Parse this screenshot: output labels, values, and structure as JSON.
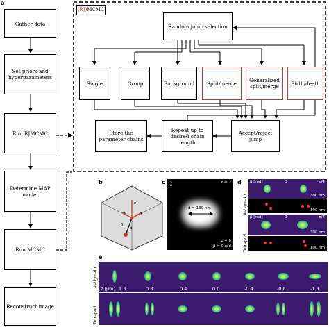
{
  "panel_a": {
    "letter": "a",
    "flow": [
      "Gather data",
      "Set priors and hyperparameters",
      "Run RJMCMC",
      "Determine MAP model",
      "Run MCMC",
      "Reconstruct image"
    ],
    "mcmc_title_prefix": "(RJ)",
    "mcmc_title_suffix": "MCMC",
    "random_jump": "Random jump selection",
    "moves": [
      "Single",
      "Group",
      "Background",
      "Split/merge",
      "Generalized split/merge",
      "Birth/death"
    ],
    "accept": "Accept/reject jump",
    "repeat": "Repeat up to desired chain length",
    "store": "Store the parameter chains"
  },
  "panel_b": {
    "letter": "b",
    "x": "x",
    "y": "y",
    "z": "z",
    "beta": "β",
    "d": "d"
  },
  "panel_c": {
    "letter": "c",
    "corner_x": "x",
    "corner_y": "y",
    "k": "k = 2",
    "d": "d = 130 nm",
    "z": "z = 0",
    "beta": "β = 0 rad"
  },
  "panel_d": {
    "letter": "d",
    "beta_label": "β [rad]",
    "v0": "0",
    "vpi": "π/4",
    "astig": "Astigmatic",
    "tetra": "Tetrapod",
    "scale300": "300 nm",
    "scale100": "100 nm"
  },
  "panel_e": {
    "letter": "e",
    "astig": "Astigmatic",
    "tetra": "Tetrapod",
    "zlabel": "z [μm]",
    "z_values": [
      "1.3",
      "0.8",
      "0.4",
      "0.0",
      "-0.4",
      "-0.8",
      "-1.3"
    ]
  },
  "colors": {
    "red_box": "#c63a2a",
    "image_bg": "#3c1a6e"
  }
}
